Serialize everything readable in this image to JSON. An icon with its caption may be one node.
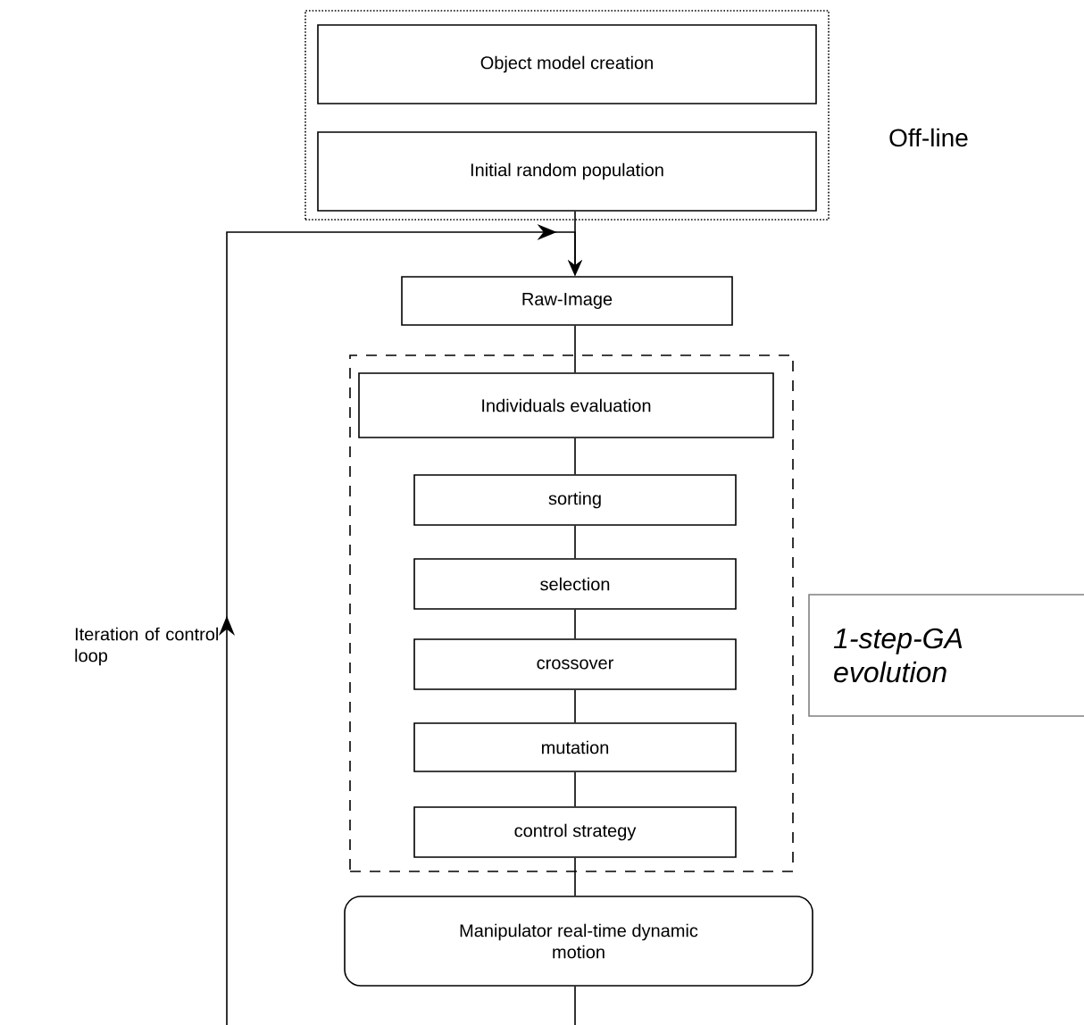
{
  "diagram": {
    "nodes": [
      {
        "text": [
          "Off-line"
        ]
      },
      {
        "text": [
          "Object model creation"
        ],
        "in": 0
      },
      {
        "text": [
          "Initial random population"
        ],
        "in": 0
      },
      {
        "text": [
          "Raw-Image"
        ]
      },
      {
        "text": [],
        "shape": "box"
      },
      {
        "text": [
          "Individuals evaluation"
        ],
        "in": 4
      },
      {
        "text": [
          "sorting"
        ],
        "in": 4
      },
      {
        "text": [
          "selection"
        ],
        "in": 4
      },
      {
        "text": [
          "crossover"
        ],
        "in": 4
      },
      {
        "text": [
          "mutation"
        ],
        "in": 4
      },
      {
        "text": [
          "control strategy"
        ],
        "in": 4
      },
      {
        "text": [
          "Manipulator real-time dynamic motion"
        ]
      },
      {
        "text": [
          "1-step-GA evolution"
        ]
      }
    ],
    "edges": [
      {
        "from": 2,
        "to": 3,
        "arrow": "to"
      },
      {
        "from": 3,
        "to": 5,
        "arrow": "none"
      },
      {
        "from": 5,
        "to": 6,
        "arrow": "none"
      },
      {
        "from": 6,
        "to": 7,
        "arrow": "none"
      },
      {
        "from": 7,
        "to": 8,
        "arrow": "none"
      },
      {
        "from": 8,
        "to": 9,
        "arrow": "none"
      },
      {
        "from": 9,
        "to": 10,
        "arrow": "none"
      },
      {
        "from": 10,
        "to": 11,
        "arrow": "none"
      },
      {
        "from": 11,
        "to": 3,
        "arrow": "to"
      }
    ],
    "labels": [
      "Iteration of control loop"
    ]
  }
}
